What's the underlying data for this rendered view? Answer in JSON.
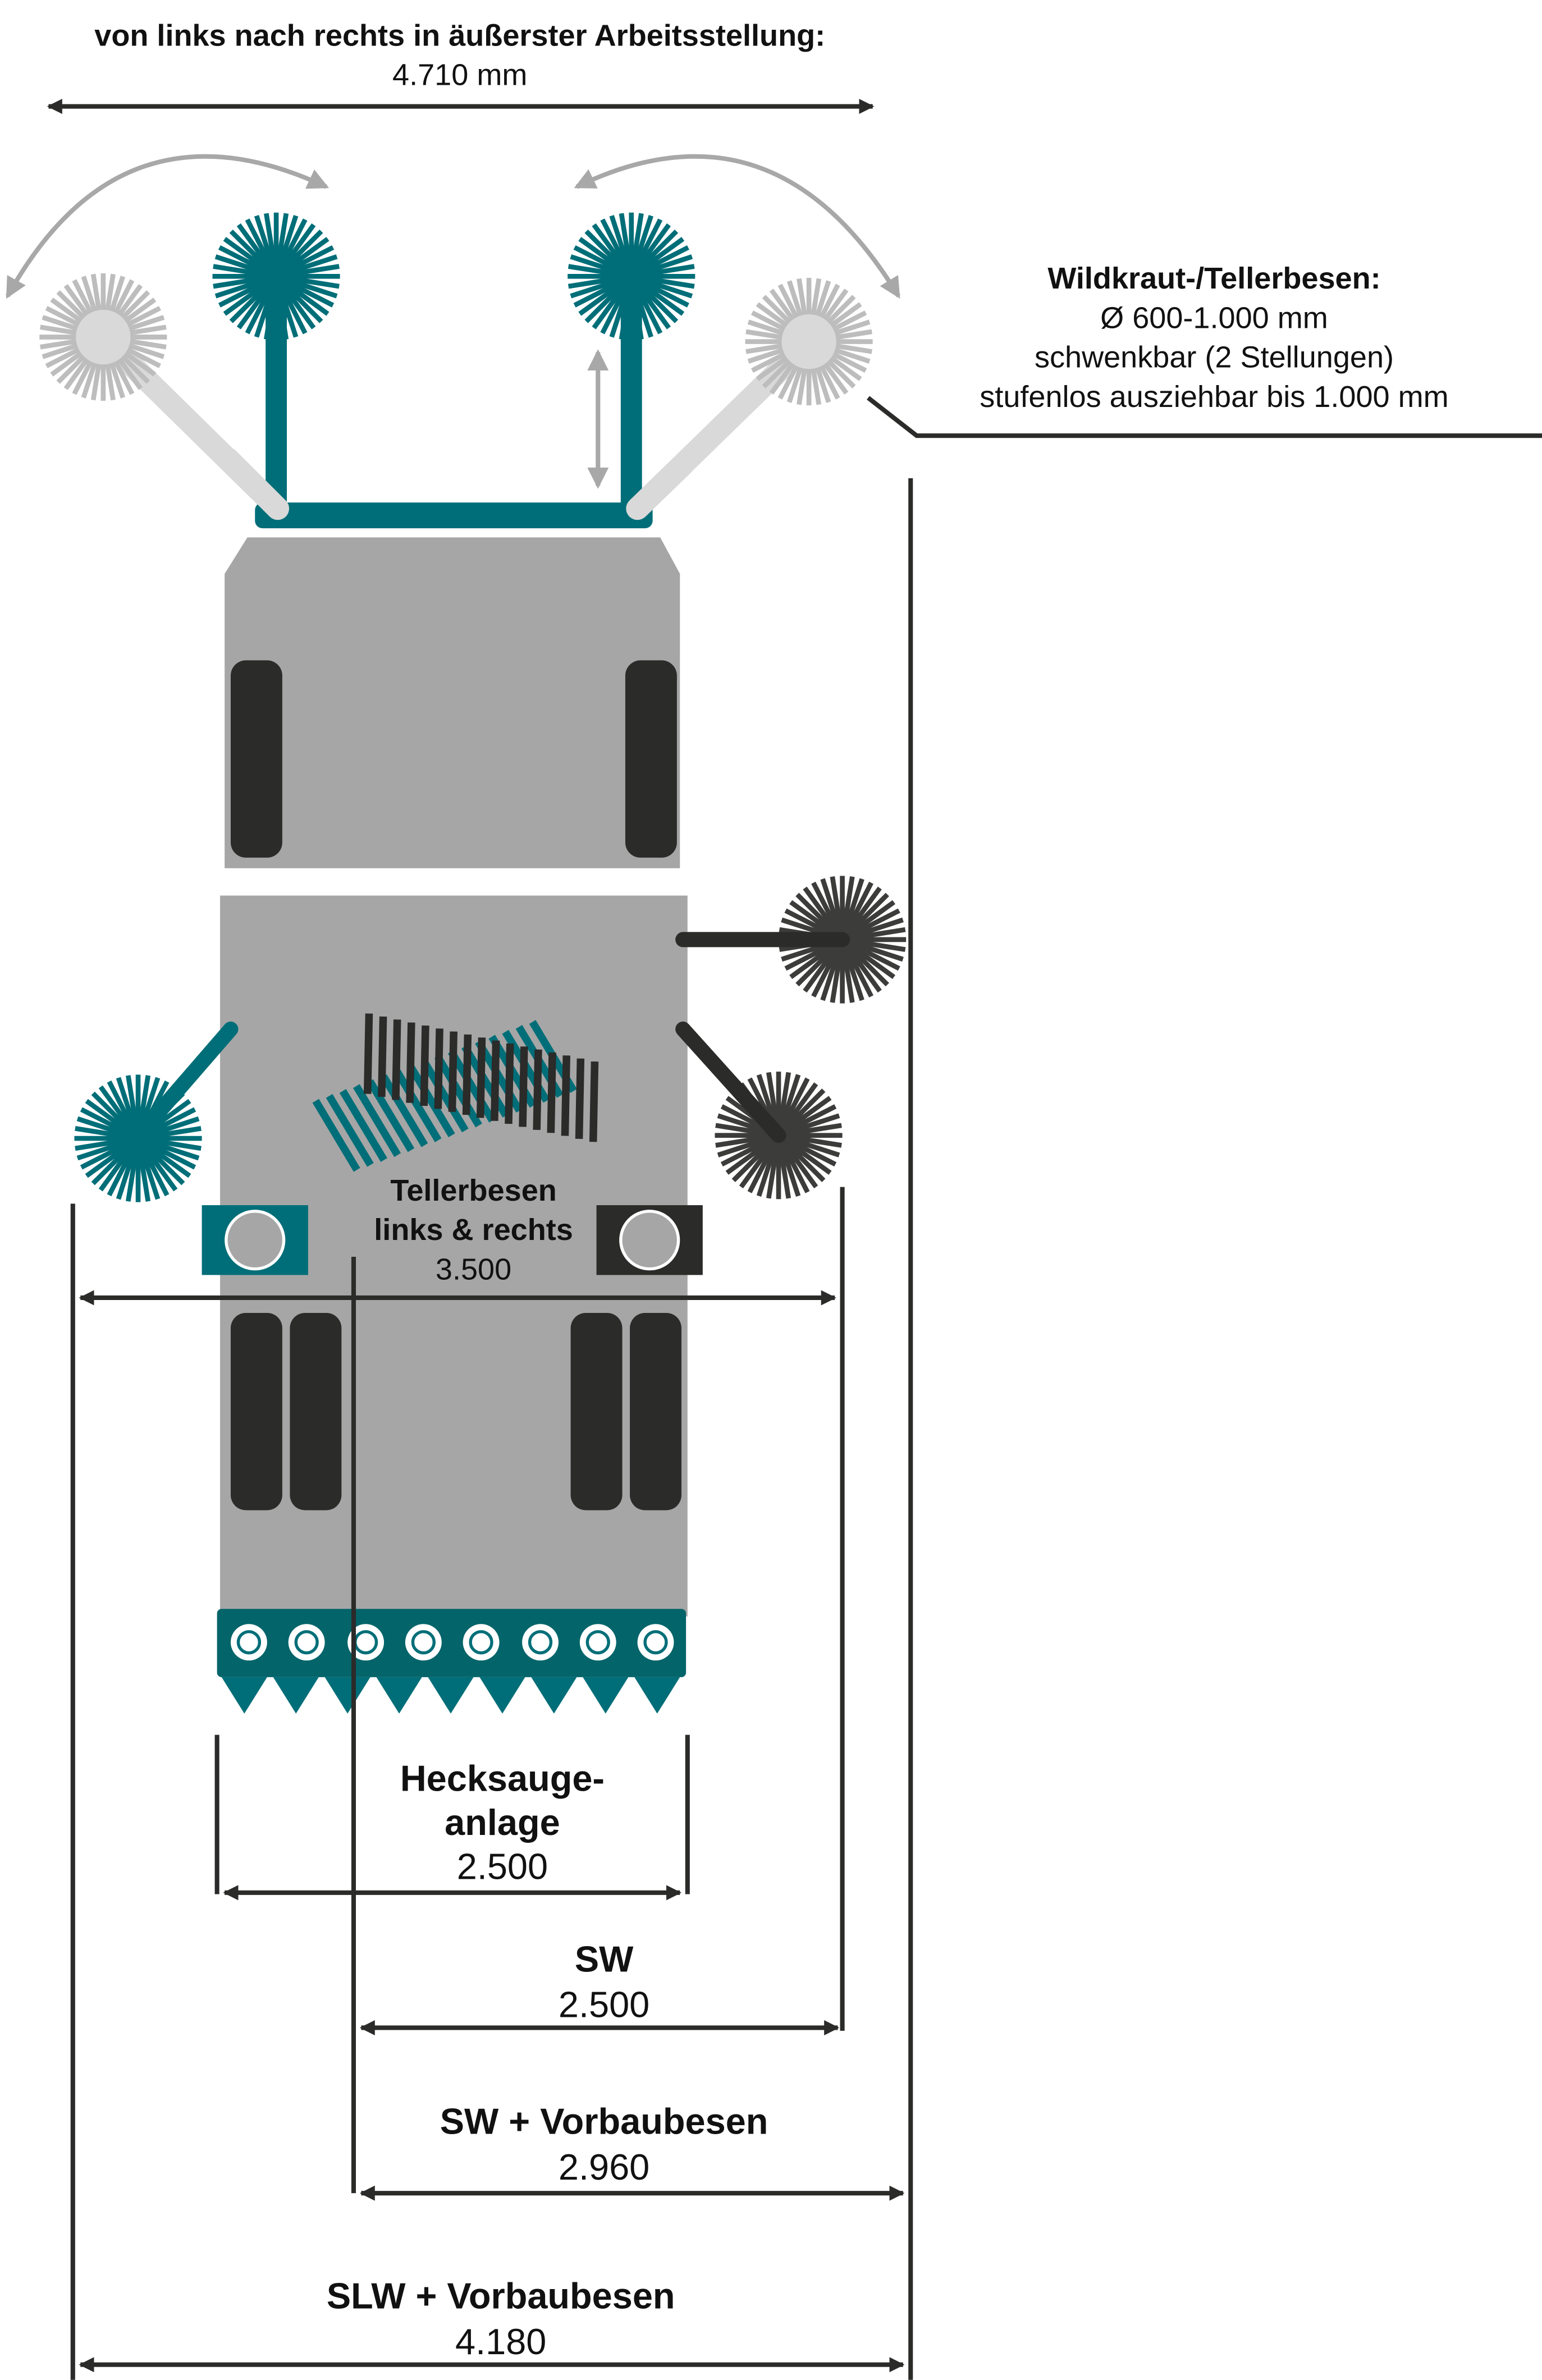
{
  "title": {
    "line1": "von links nach rechts in äußerster Arbeitsstellung:",
    "value": "4.710 mm"
  },
  "annotation": {
    "heading": "Wildkraut-/Tellerbesen:",
    "diameter": "Ø 600-1.000 mm",
    "swivel": "schwenkbar (2 Stellungen)",
    "extend": "stufenlos ausziehbar bis 1.000 mm"
  },
  "dimensions": {
    "disc_brooms": {
      "line1": "Tellerbesen",
      "line2": "links & rechts",
      "value": "3.500"
    },
    "rear_suction": {
      "line1": "Hecksauge-",
      "line2": "anlage",
      "value": "2.500"
    },
    "sw": {
      "label": "SW",
      "value": "2.500"
    },
    "sw_front": {
      "label": "SW + Vorbaubesen",
      "value": "2.960"
    },
    "slw_front": {
      "label": "SLW + Vorbaubesen",
      "value": "4.180"
    }
  },
  "colors": {
    "teal": "#006E78",
    "teal_dark": "#03646A",
    "body": "#A6A6A6",
    "dark": "#2B2B2A",
    "brush_dark": "#3C3C3B",
    "ghost": "#D9D9D9",
    "ghost_bristle": "#BDBDBD",
    "arrow_gray": "#A8A8A8"
  }
}
